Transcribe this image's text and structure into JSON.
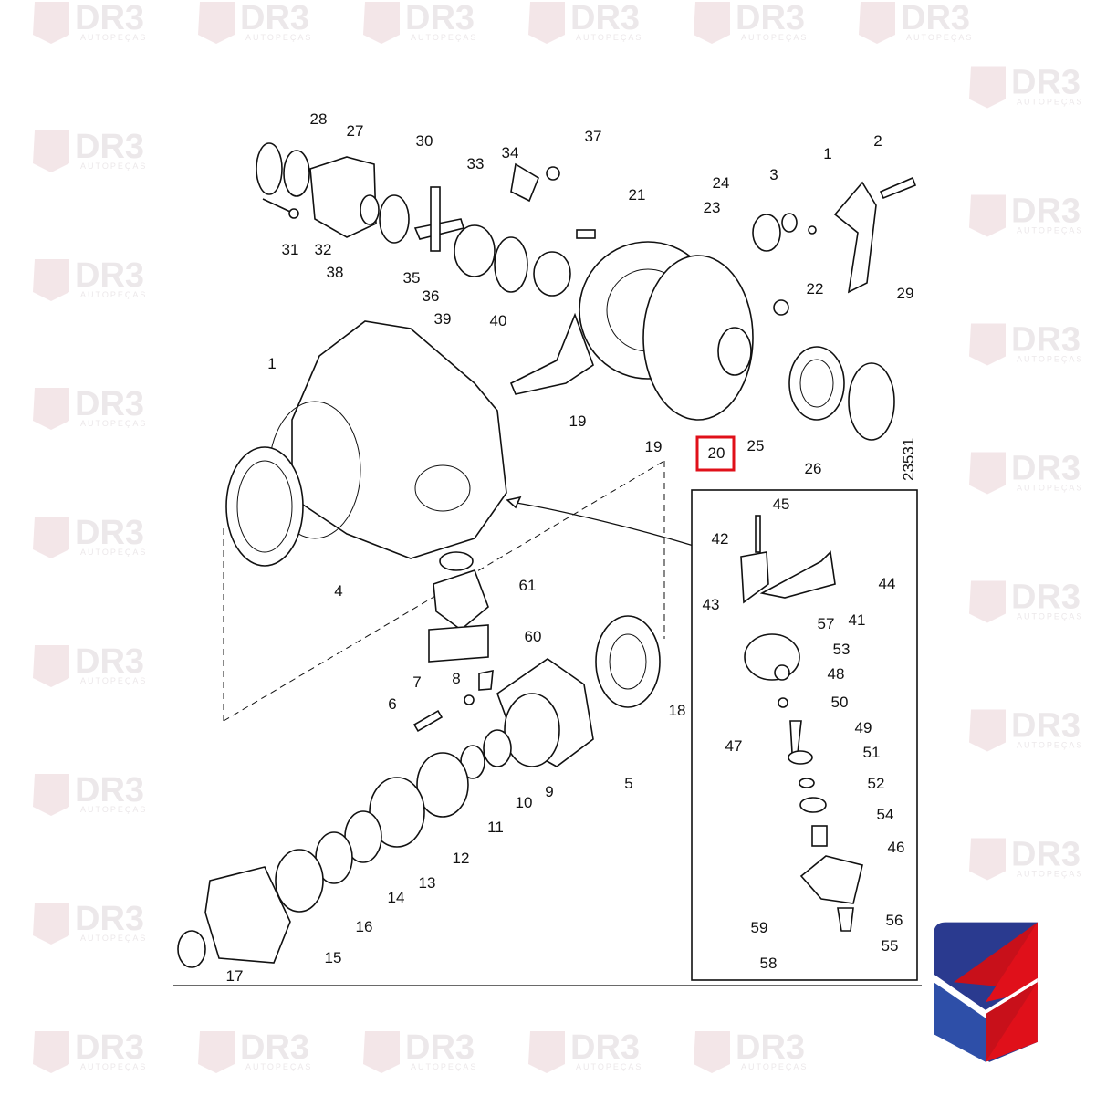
{
  "watermark": {
    "brand": "DR3",
    "subtitle": "AUTOPEÇAS"
  },
  "drawing_number": "23531",
  "highlighted_callout": "20",
  "highlight_color": "#e0101a",
  "callouts": [
    "28",
    "27",
    "30",
    "37",
    "34",
    "33",
    "21",
    "1",
    "2",
    "3",
    "24",
    "23",
    "31",
    "32",
    "38",
    "35",
    "36",
    "39",
    "40",
    "22",
    "29",
    "1",
    "19",
    "19",
    "20",
    "25",
    "26",
    "4",
    "61",
    "60",
    "7",
    "8",
    "6",
    "18",
    "5",
    "9",
    "10",
    "11",
    "12",
    "13",
    "14",
    "16",
    "15",
    "17",
    "45",
    "42",
    "44",
    "43",
    "41",
    "57",
    "53",
    "48",
    "50",
    "49",
    "47",
    "51",
    "52",
    "54",
    "46",
    "56",
    "59",
    "55",
    "58"
  ],
  "logo": {
    "colors": {
      "blue": "#2a3a8f",
      "red": "#e0101a",
      "white": "#ffffff"
    }
  }
}
